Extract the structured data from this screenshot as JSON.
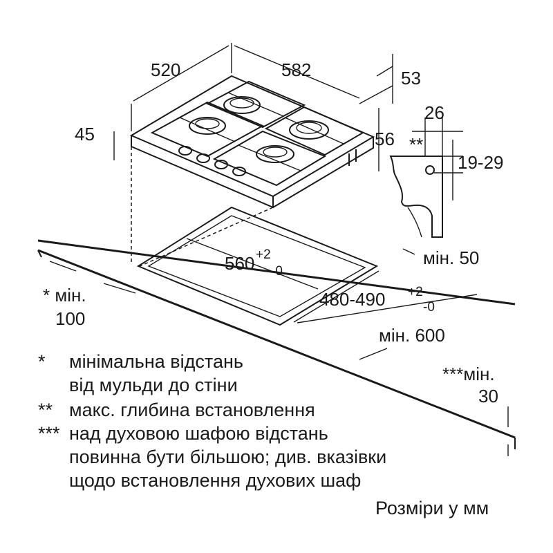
{
  "dimensions": {
    "hob_depth": "520",
    "hob_width": "582",
    "hob_thickness": "45",
    "offset_right": "53",
    "offset_small": "56",
    "bracket_width": "26",
    "bracket_stars": "**",
    "bracket_range": "19-29",
    "cutout_width": "560",
    "cutout_width_tol_plus": "+2",
    "cutout_width_tol_minus": "-0",
    "cutout_depth": "480-490",
    "cutout_depth_tol_plus": "+2",
    "cutout_depth_tol_minus": "-0",
    "min_front": "мін. 50",
    "min_wall_label": "* мін.",
    "min_wall_value": "100",
    "min_side": "мін. 600",
    "min_below_label": "***мін.",
    "min_below_value": "30"
  },
  "notes": [
    {
      "marker": "*",
      "lines": [
        "мінімальна відстань",
        "від мульди до стіни"
      ]
    },
    {
      "marker": "**",
      "lines": [
        "макс. глибина встановлення"
      ]
    },
    {
      "marker": "***",
      "lines": [
        "над духовою шафою відстань",
        "повинна бути більшою; див. вказівки",
        "щодо встановлення духових шаф"
      ]
    }
  ],
  "units_note": "Розміри у мм"
}
